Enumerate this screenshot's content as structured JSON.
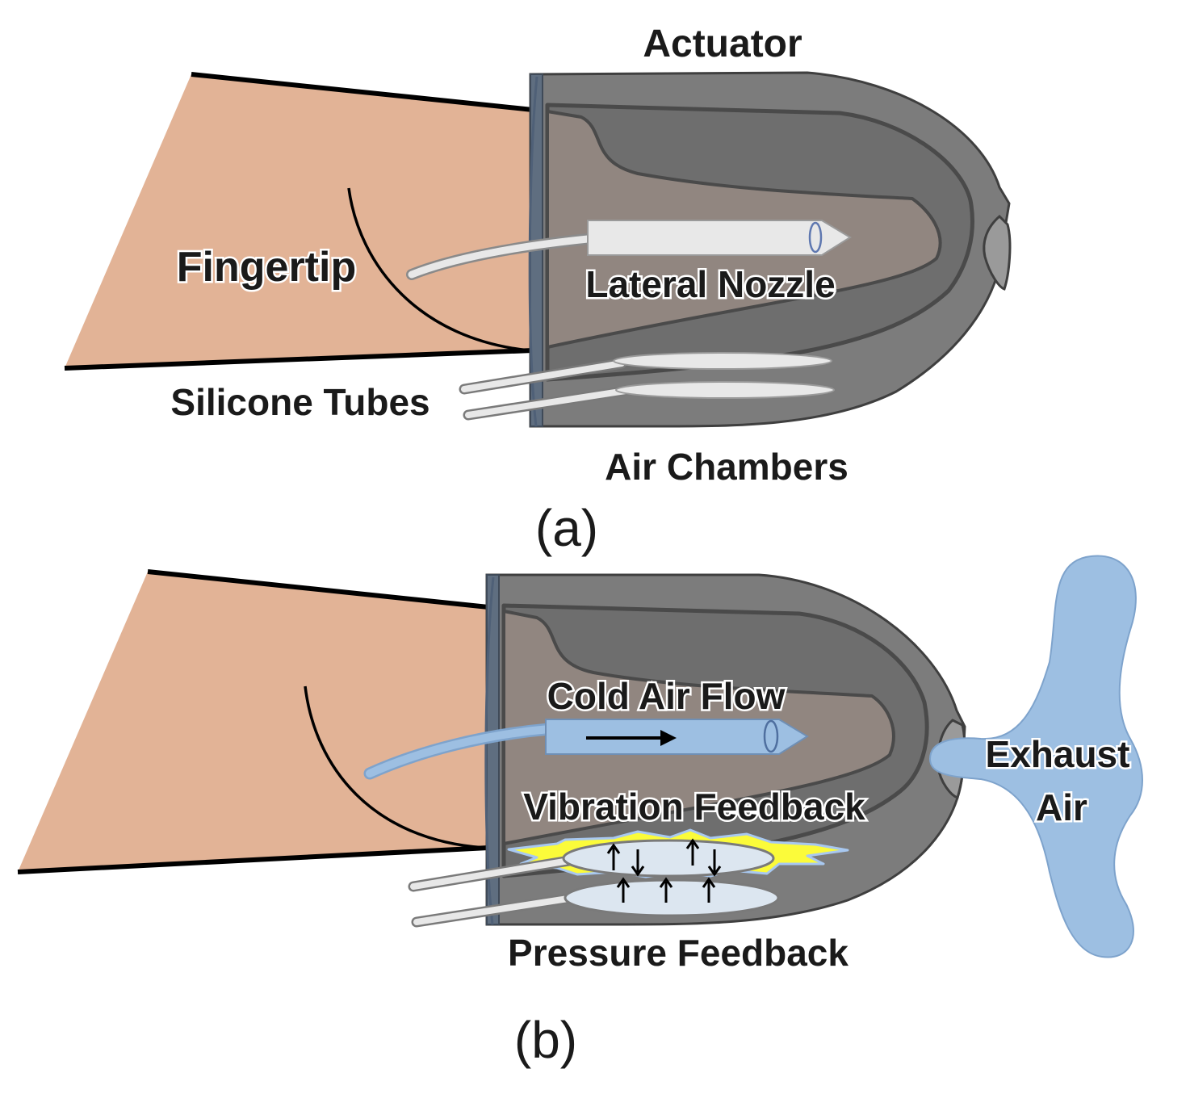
{
  "panel_a": {
    "labels": {
      "actuator": "Actuator",
      "fingertip": "Fingertip",
      "lateral_nozzle": "Lateral Nozzle",
      "silicone_tubes": "Silicone Tubes",
      "air_chambers": "Air Chambers"
    },
    "caption": "(a)"
  },
  "panel_b": {
    "labels": {
      "cold_air_flow": "Cold Air Flow",
      "exhaust_air_line1": "Exhaust",
      "exhaust_air_line2": "Air",
      "vibration_feedback": "Vibration Feedback",
      "pressure_feedback": "Pressure Feedback"
    },
    "caption": "(b)"
  },
  "colors": {
    "skin": "#e2b396",
    "actuator_shell": "#7c7c7c",
    "actuator_inner": "#918680",
    "actuator_rim": "#5f6e80",
    "nozzle_white": "#e8e8e8",
    "air_blue": "#9dbfe2",
    "vibration_yellow": "#fbfb3a",
    "chamber_fill": "#dce6f0"
  }
}
